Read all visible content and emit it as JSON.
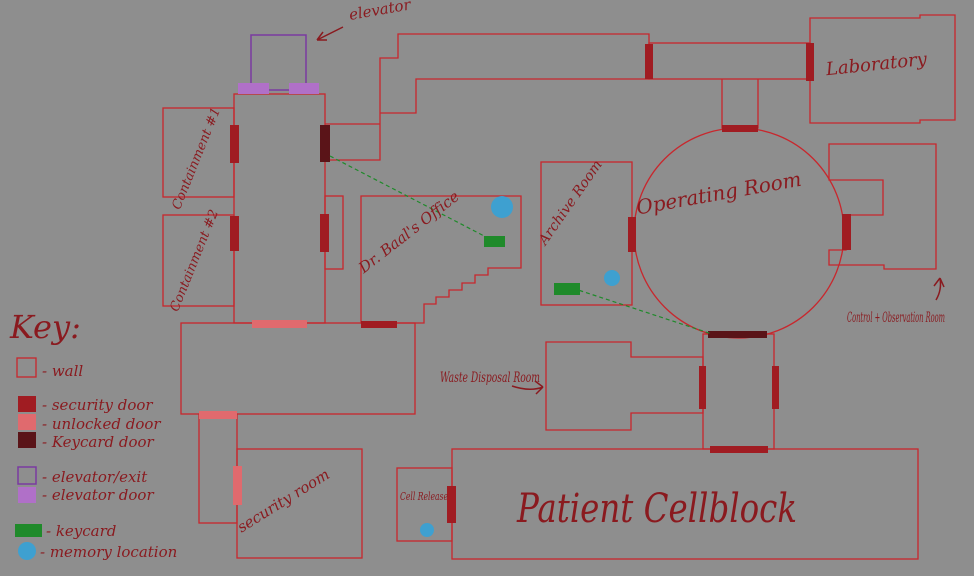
{
  "map": {
    "colors": {
      "background": "#8e8e8e",
      "wall": "#c8272d",
      "security_door": "#a01c22",
      "unlocked_door": "#e06a6e",
      "keycard_door": "#5a1418",
      "elevator_exit": "#7a3aa0",
      "elevator_door": "#b070c8",
      "keycard": "#1f8a2a",
      "memory": "#3ea0d0",
      "text": "#8a1a1f"
    },
    "rooms": {
      "elevator": "elevator",
      "containment1": "Containment #1",
      "containment2": "Containment #2",
      "office": "Dr. Baal's Office",
      "archive": "Archive Room",
      "operating": "Operating Room",
      "laboratory": "Laboratory",
      "control": "Control + Observation Room",
      "waste": "Waste Disposal Room",
      "security": "security room",
      "cell_release": "Cell Release",
      "cellblock": "Patient Cellblock"
    },
    "key": {
      "title": "Key:",
      "wall": "- wall",
      "security_door": "- security door",
      "unlocked_door": "- unlocked door",
      "keycard_door": "- Keycard door",
      "elevator_exit": "- elevator/exit",
      "elevator_door": "- elevator door",
      "keycard": "- keycard",
      "memory": "- memory location"
    }
  }
}
